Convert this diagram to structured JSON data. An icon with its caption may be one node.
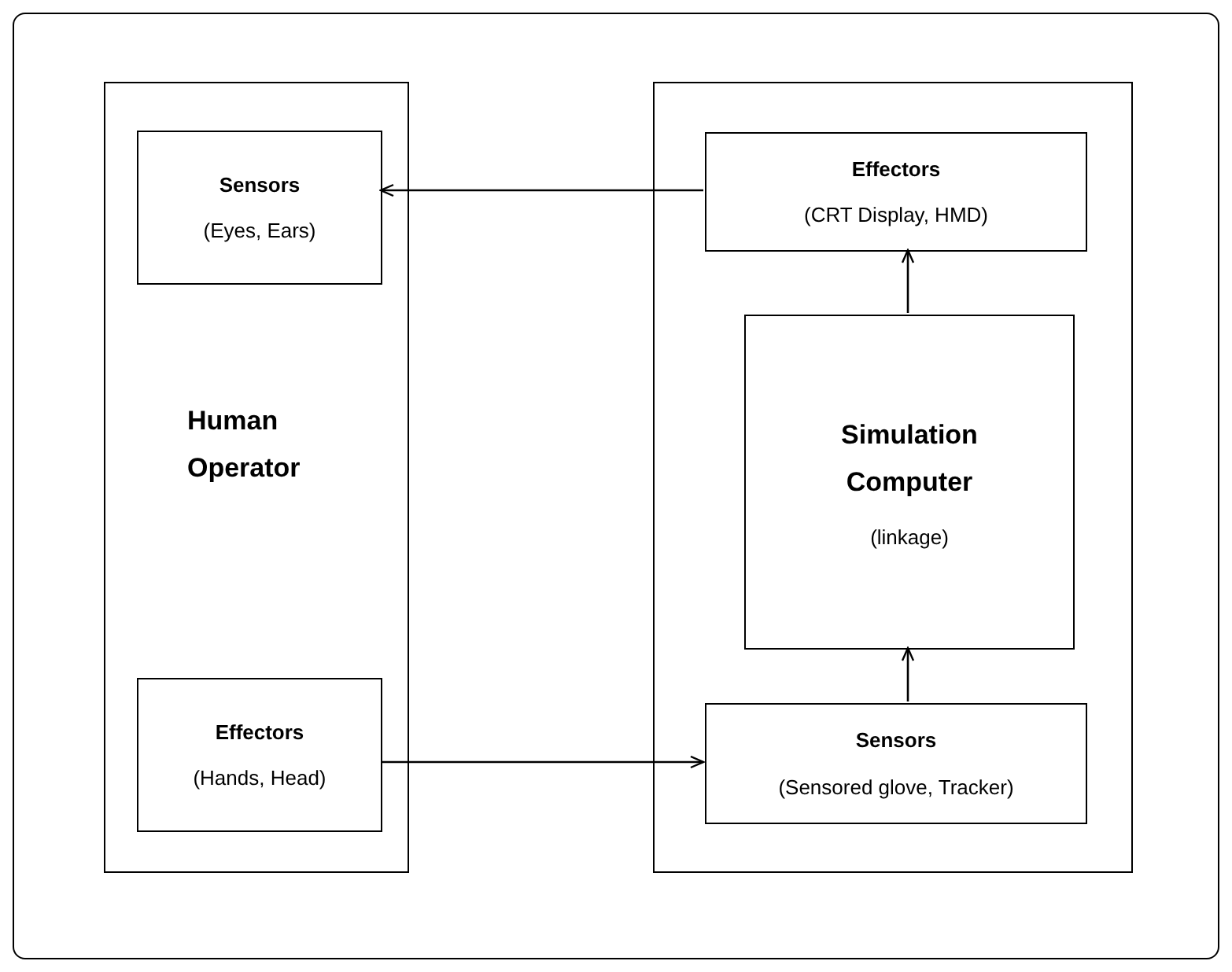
{
  "diagram": {
    "nodes": [
      {
        "text": [
          "Human Operator"
        ]
      },
      {
        "text": [
          "Sensors",
          "(Eyes, Ears)"
        ],
        "in": 0
      },
      {
        "text": [
          "Effectors",
          "(Hands, Head)"
        ],
        "in": 0
      },
      {
        "text": [],
        "shape": "box"
      },
      {
        "text": [
          "Effectors",
          "(CRT Display, HMD)"
        ],
        "in": 3
      },
      {
        "text": [
          "Simulation Computer",
          "(linkage)"
        ],
        "in": 3
      },
      {
        "text": [
          "Sensors",
          "(Sensored glove, Tracker)"
        ],
        "in": 3
      }
    ],
    "edges": [
      {
        "from": 4,
        "to": 1,
        "arrow": "to"
      },
      {
        "from": 2,
        "to": 6,
        "arrow": "to"
      },
      {
        "from": 6,
        "to": 5,
        "arrow": "to"
      },
      {
        "from": 5,
        "to": 4,
        "arrow": "to"
      }
    ]
  }
}
